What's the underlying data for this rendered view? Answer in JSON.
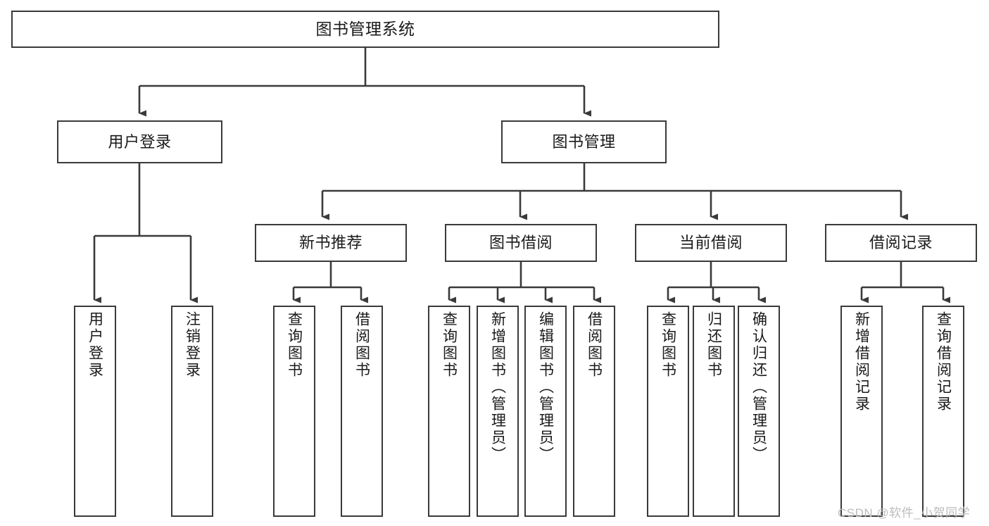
{
  "diagram": {
    "type": "tree-hierarchy",
    "title": "图书管理系统",
    "root": {
      "label": "图书管理系统"
    },
    "level2": [
      {
        "id": "user-login",
        "label": "用户登录"
      },
      {
        "id": "book-management",
        "label": "图书管理"
      }
    ],
    "level3": [
      {
        "id": "new-book-recommend",
        "label": "新书推荐"
      },
      {
        "id": "book-borrow",
        "label": "图书借阅"
      },
      {
        "id": "current-borrow",
        "label": "当前借阅"
      },
      {
        "id": "borrow-record",
        "label": "借阅记录"
      }
    ],
    "leaves": [
      {
        "id": "leaf-user-login",
        "label": "用户登录"
      },
      {
        "id": "leaf-logout-login",
        "label": "注销登录"
      },
      {
        "id": "leaf-query-book-1",
        "label": "查询图书"
      },
      {
        "id": "leaf-borrow-book-1",
        "label": "借阅图书"
      },
      {
        "id": "leaf-query-book-2",
        "label": "查询图书"
      },
      {
        "id": "leaf-add-book",
        "label": "新增图书（管理员）"
      },
      {
        "id": "leaf-edit-book",
        "label": "编辑图书（管理员）"
      },
      {
        "id": "leaf-borrow-book-2",
        "label": "借阅图书"
      },
      {
        "id": "leaf-query-book-3",
        "label": "查询图书"
      },
      {
        "id": "leaf-return-book",
        "label": "归还图书"
      },
      {
        "id": "leaf-confirm-return",
        "label": "确认归还（管理员）"
      },
      {
        "id": "leaf-add-borrow-record",
        "label": "新增借阅记录"
      },
      {
        "id": "leaf-query-borrow-record",
        "label": "查询借阅记录"
      }
    ]
  },
  "watermark": {
    "text": "CSDN @软件_小贺同学"
  },
  "colors": {
    "stroke": "#3a3a3a",
    "background": "#ffffff",
    "text": "#1a1a1a",
    "watermark": "#bcbcbc"
  }
}
